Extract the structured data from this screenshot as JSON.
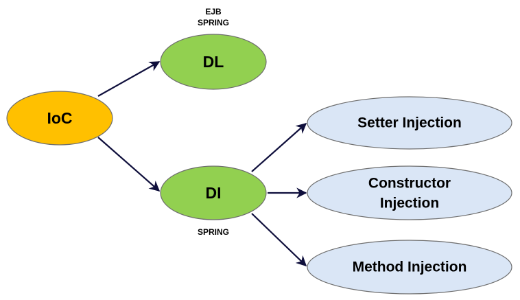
{
  "colors": {
    "ioc_fill": "#ffc000",
    "ioc_stroke": "#6e6e6e",
    "green_fill": "#92d050",
    "green_stroke": "#6e6e6e",
    "blue_fill": "#dae6f6",
    "blue_stroke": "#6e6e6e",
    "arrow": "#0f0f3c"
  },
  "nodes": {
    "ioc": "IoC",
    "dl": "DL",
    "di": "DI",
    "setter": "Setter Injection",
    "constructor_line1": "Constructor",
    "constructor_line2": "Injection",
    "method": "Method Injection"
  },
  "annotations": {
    "dl_top_1": "EJB",
    "dl_top_2": "SPRING",
    "di_bottom": "SPRING"
  }
}
